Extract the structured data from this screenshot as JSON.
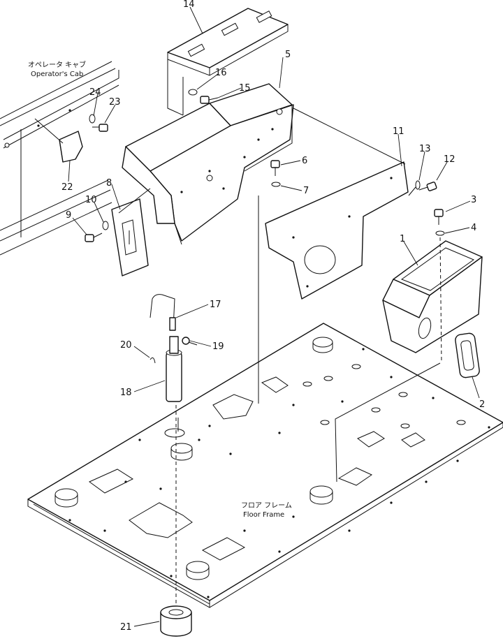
{
  "labels": {
    "operator_cab_jp": "オペレータ キャブ",
    "operator_cab_en": "Operator's Cab",
    "floor_frame_jp": "フロア フレーム",
    "floor_frame_en": "Floor Frame"
  },
  "callouts": [
    "1",
    "2",
    "3",
    "4",
    "5",
    "6",
    "7",
    "8",
    "9",
    "10",
    "11",
    "12",
    "13",
    "14",
    "15",
    "16",
    "17",
    "18",
    "19",
    "20",
    "21",
    "22",
    "23",
    "24"
  ]
}
